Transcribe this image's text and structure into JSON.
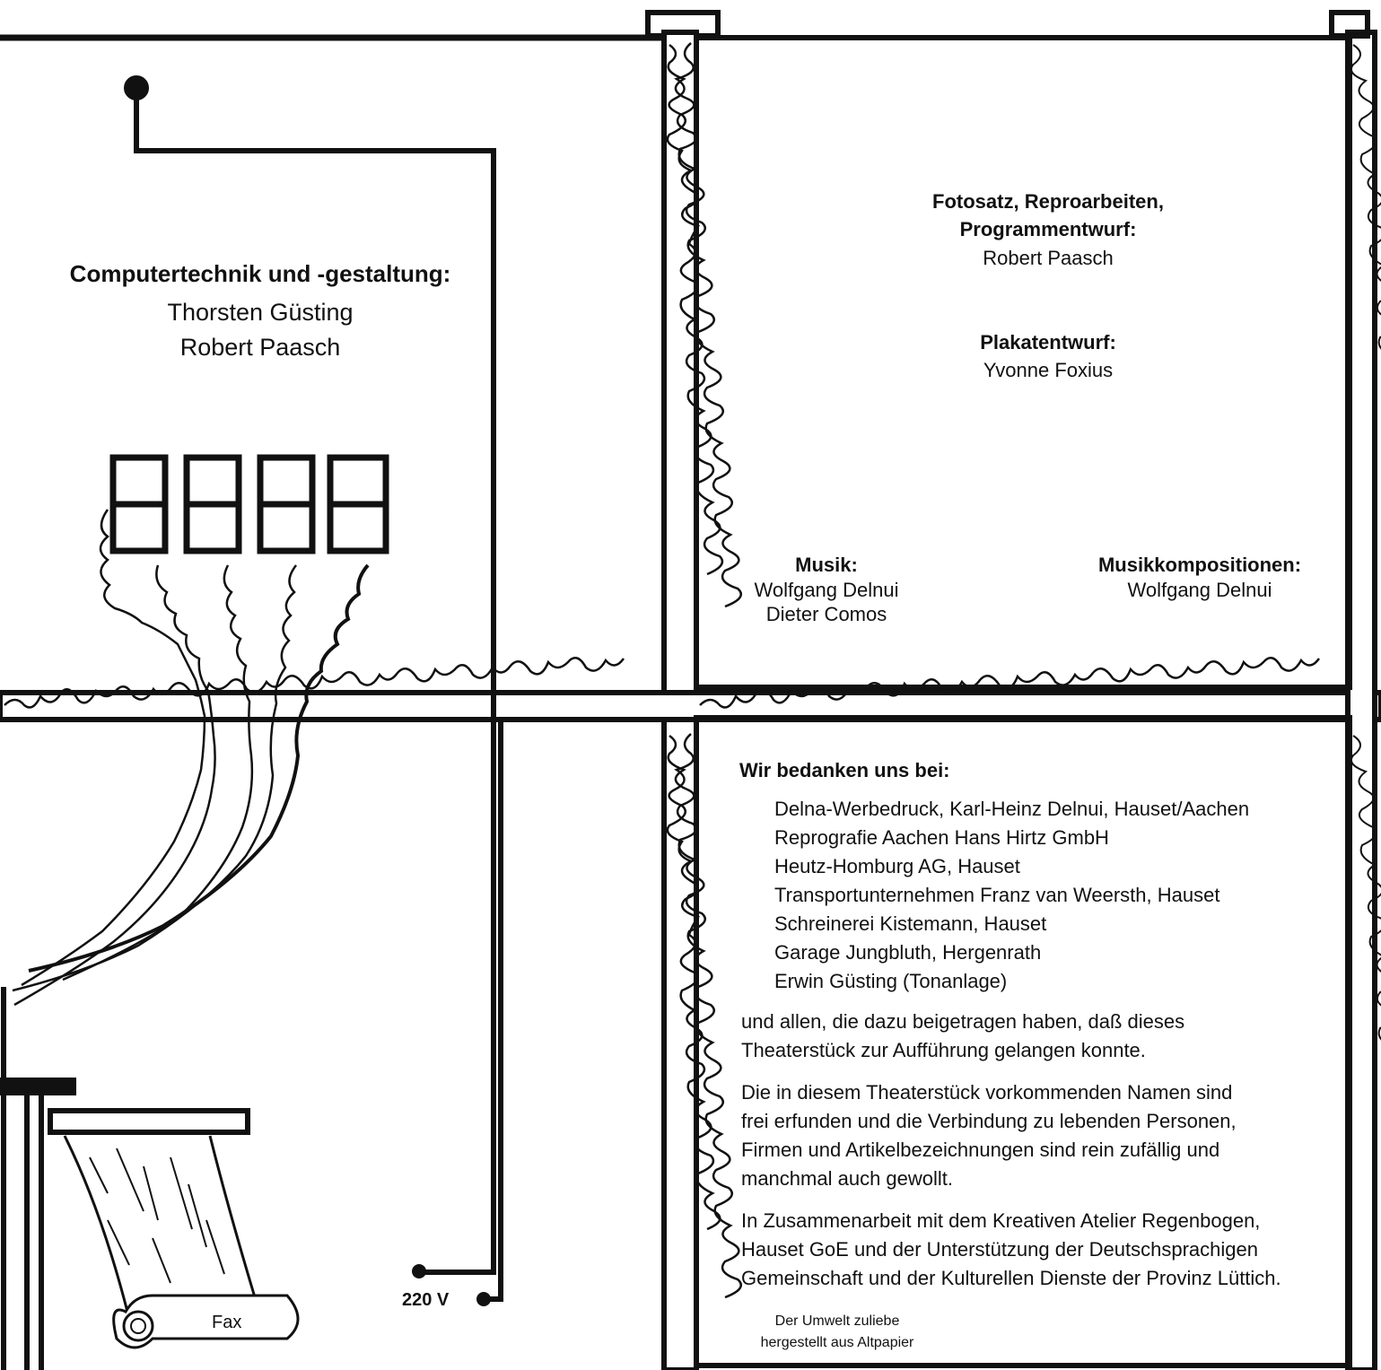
{
  "left_top": {
    "heading": "Computertechnik und -gestaltung:",
    "names": [
      "Thorsten Güsting",
      "Robert Paasch"
    ]
  },
  "left_bottom": {
    "fax_label": "Fax",
    "voltage_label": "220 V"
  },
  "right_top": {
    "heading1_line1": "Fotosatz, Reproarbeiten,",
    "heading1_line2": "Programmentwurf:",
    "name1": "Robert Paasch",
    "heading2": "Plakatentwurf:",
    "name2": "Yvonne Foxius",
    "musik_heading": "Musik:",
    "musik_names": [
      "Wolfgang Delnui",
      "Dieter Comos"
    ],
    "komp_heading": "Musikkompositionen:",
    "komp_name": "Wolfgang Delnui"
  },
  "right_bottom": {
    "thanks_heading": "Wir bedanken uns bei:",
    "sponsors": [
      "Delna-Werbedruck, Karl-Heinz Delnui, Hauset/Aachen",
      "Reprografie Aachen Hans Hirtz GmbH",
      "Heutz-Homburg AG, Hauset",
      "Transportunternehmen Franz van Weersth, Hauset",
      "Schreinerei Kistemann, Hauset",
      "Garage Jungbluth, Hergenrath",
      "Erwin Güsting (Tonanlage)"
    ],
    "para1": [
      "und allen, die dazu beigetragen haben, daß dieses",
      "Theaterstück zur Aufführung gelangen konnte."
    ],
    "para2": [
      "Die in diesem Theaterstück vorkommenden Namen sind",
      "frei erfunden und die Verbindung zu lebenden Personen,",
      "Firmen und Artikelbezeichnungen sind rein zufällig und",
      "manchmal auch gewollt."
    ],
    "para3": [
      "In Zusammenarbeit mit dem Kreativen Atelier Regenbogen,",
      "Hauset GoE und der Unterstützung der Deutschsprachigen",
      "Gemeinschaft und der Kulturellen Dienste der Provinz Lüttich."
    ],
    "eco_note": [
      "Der Umwelt zuliebe",
      "hergestellt aus Altpapier"
    ]
  }
}
